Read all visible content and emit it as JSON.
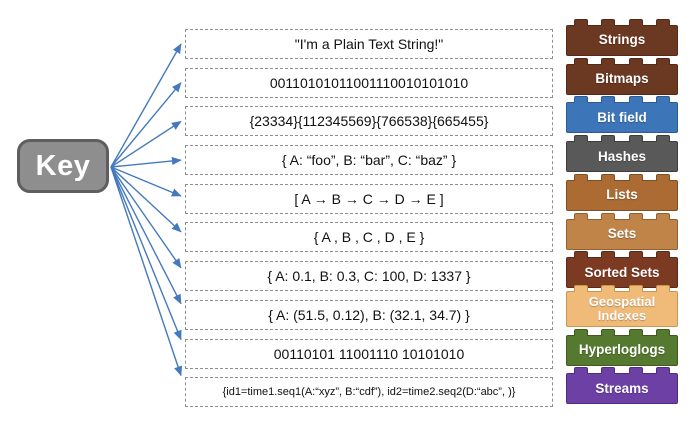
{
  "key": {
    "label": "Key"
  },
  "rows": [
    {
      "value": "\"I'm a Plain Text String!\"",
      "type": "Strings",
      "brick_color": "#6b3822",
      "brick_border": "#532a18"
    },
    {
      "value": "00110101011001110010101010",
      "type": "Bitmaps",
      "brick_color": "#6b3822",
      "brick_border": "#532a18"
    },
    {
      "value": "{23334}{112345569}{766538}{665455}",
      "type": "Bit field",
      "brick_color": "#3d75b9",
      "brick_border": "#2d5b93"
    },
    {
      "value": "{ A: “foo”, B: “bar”, C: “baz” }",
      "type": "Hashes",
      "brick_color": "#595959",
      "brick_border": "#3d3d3d"
    },
    {
      "value": "[ A → B → C → D → E ]",
      "type": "Lists",
      "brick_color": "#ac6b33",
      "brick_border": "#7e4e24"
    },
    {
      "value": "{ A , B , C , D , E }",
      "type": "Sets",
      "brick_color": "#c08348",
      "brick_border": "#8f6133"
    },
    {
      "value": "{ A: 0.1, B: 0.3, C: 100, D: 1337 }",
      "type": "Sorted Sets",
      "brick_color": "#7d3a23",
      "brick_border": "#5a2a18"
    },
    {
      "value": "{ A: (51.5, 0.12), B: (32.1, 34.7) }",
      "type": "Geospatial Indexes",
      "brick_color": "#f0ba79",
      "brick_border": "#c9964f"
    },
    {
      "value": "00110101 11001110 10101010",
      "type": "Hyperloglogs",
      "brick_color": "#55792f",
      "brick_border": "#3e5a21"
    },
    {
      "value": "{id1=time1.seq1(A:“xyz”, B:“cdf”), id2=time2.seq2(D:“abc”, )}",
      "type": "Streams",
      "brick_color": "#6c40a5",
      "brick_border": "#4e2e7c"
    }
  ],
  "colors": {
    "arrow": "#4579bd",
    "key_fill": "#8e8e8e",
    "key_border": "#5e5e5e",
    "box_border": "#8f8f8f",
    "brick_text": "#ffffff"
  }
}
